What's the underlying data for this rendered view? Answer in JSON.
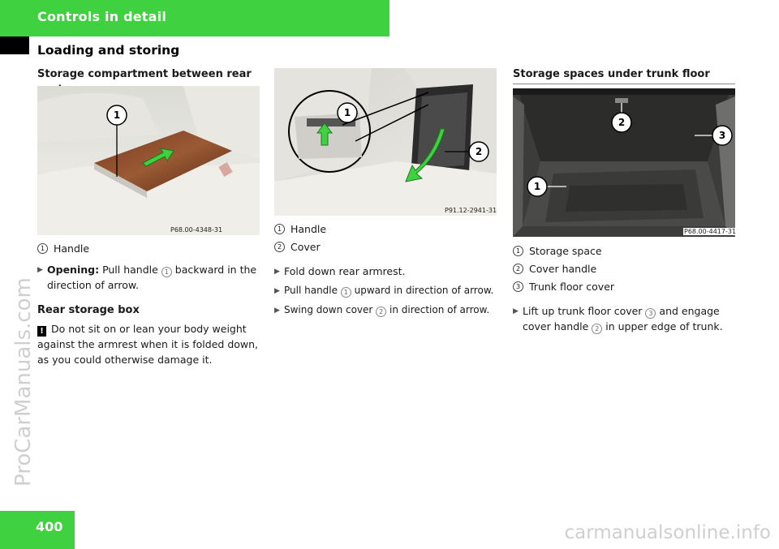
{
  "header": {
    "section_title": "Controls in detail",
    "subsection_title": "Loading and storing"
  },
  "watermark": "ProCarManuals.com",
  "footer": {
    "page_number": "400",
    "site_watermark": "carmanualsonline.info"
  },
  "col1": {
    "heading": "Storage compartment between rear seats",
    "image_code": "P68.00-4348-31",
    "legend": [
      {
        "num": "1",
        "label": "Handle"
      }
    ],
    "step": {
      "bold": "Opening:",
      "text_before": " Pull handle ",
      "ref": "1",
      "text_after": " backward in the direction of arrow."
    },
    "subheading": "Rear storage box",
    "warning": {
      "icon": "!",
      "text": "Do not sit on or lean your body weight against the armrest when it is folded down, as you could otherwise damage it."
    }
  },
  "col2": {
    "image_code": "P91.12-2941-31",
    "legend": [
      {
        "num": "1",
        "label": "Handle"
      },
      {
        "num": "2",
        "label": "Cover"
      }
    ],
    "steps": [
      {
        "before": "Fold down rear armrest.",
        "ref": "",
        "after": ""
      },
      {
        "before": "Pull handle ",
        "ref": "1",
        "after": " upward in direction of arrow."
      },
      {
        "before": "Swing down cover ",
        "ref": "2",
        "after": " in direction of arrow."
      }
    ]
  },
  "col3": {
    "heading": "Storage spaces under trunk floor",
    "image_code": "P68.00-4417-31",
    "legend": [
      {
        "num": "1",
        "label": "Storage space"
      },
      {
        "num": "2",
        "label": "Cover handle"
      },
      {
        "num": "3",
        "label": "Trunk floor cover"
      }
    ],
    "step": {
      "before": "Lift up trunk floor cover ",
      "ref": "3",
      "middle": " and engage cover handle ",
      "ref2": "2",
      "after": " in upper edge of trunk."
    }
  },
  "callouts": {
    "c1": "1",
    "c2": "2",
    "c3": "3"
  }
}
